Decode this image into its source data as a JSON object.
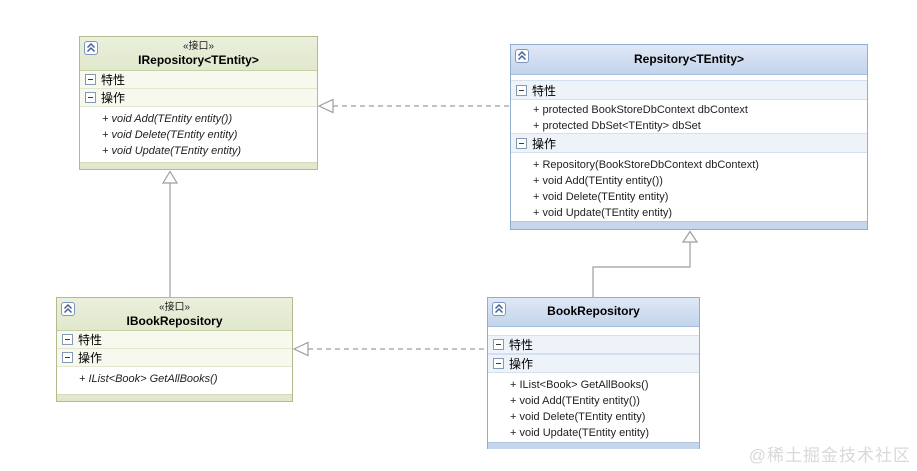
{
  "watermark": "@稀土掘金技术社区",
  "labels": {
    "attributes": "特性",
    "operations": "操作"
  },
  "colors": {
    "interface_header": "#e4ebd5",
    "interface_border": "#b4ba8c",
    "class_header": "#cdd9ee",
    "class_border": "#92add0",
    "section_bg_green": "#f7f9ee",
    "section_bg_blue": "#eef3fa",
    "connector": "#9e9e9e",
    "watermark": "#d9d9d9"
  },
  "diagram": {
    "classes": [
      {
        "name": "IRepository",
        "kind": "interface",
        "stereotype": "«接口»",
        "title": "IRepository<TEntity>",
        "attributes": [],
        "operations": [
          "+ void Add(TEntity entity())",
          "+ void Delete(TEntity entity)",
          "+ void Update(TEntity entity)"
        ]
      },
      {
        "name": "Repsitory",
        "kind": "class",
        "stereotype": "",
        "title": "Repsitory<TEntity>",
        "attributes": [
          "+ protected BookStoreDbContext dbContext",
          "+ protected DbSet<TEntity> dbSet"
        ],
        "operations": [
          "+ Repository(BookStoreDbContext dbContext)",
          "+ void Add(TEntity entity())",
          "+ void Delete(TEntity entity)",
          "+ void Update(TEntity entity)"
        ]
      },
      {
        "name": "IBookRepository",
        "kind": "interface",
        "stereotype": "«接口»",
        "title": "IBookRepository",
        "attributes": [],
        "operations": [
          "+ IList<Book> GetAllBooks()"
        ]
      },
      {
        "name": "BookRepository",
        "kind": "class",
        "stereotype": "",
        "title": "BookRepository",
        "attributes": [],
        "operations": [
          "+ IList<Book> GetAllBooks()",
          "+ void Add(TEntity entity())",
          "+ void Delete(TEntity entity)",
          "+ void Update(TEntity entity)"
        ]
      }
    ],
    "relations": [
      {
        "type": "realization",
        "from": "Repsitory<TEntity>",
        "to": "IRepository<TEntity>"
      },
      {
        "type": "inheritance",
        "from": "IBookRepository",
        "to": "IRepository<TEntity>"
      },
      {
        "type": "realization",
        "from": "BookRepository",
        "to": "IBookRepository"
      },
      {
        "type": "inheritance",
        "from": "BookRepository",
        "to": "Repsitory<TEntity>"
      }
    ]
  }
}
